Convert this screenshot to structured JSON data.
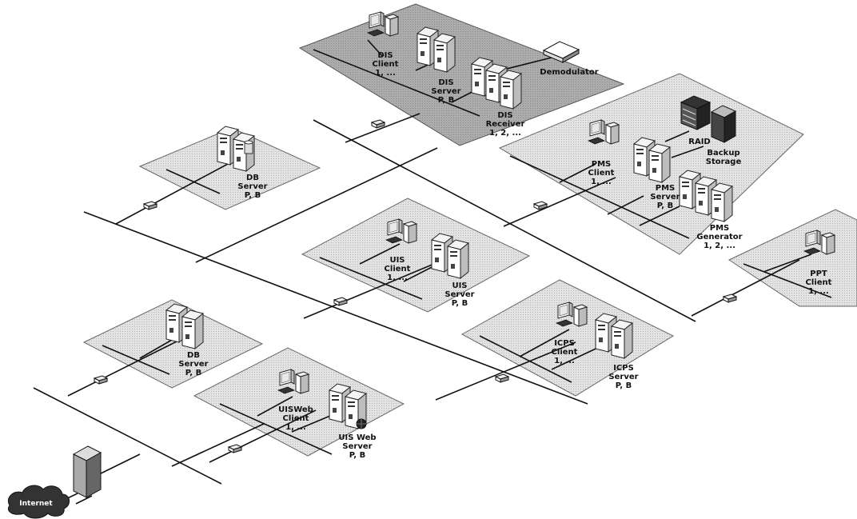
{
  "zones": {
    "dis_client": "DIS\nClient\n1, ...",
    "dis_server": "DIS\nServer\nP, B",
    "demodulator": "Demodulator",
    "dis_receiver": "DIS\nReceiver\n1, 2, ...",
    "db_server_top": "DB\nServer\nP, B",
    "raid": "RAID",
    "backup_storage": "Backup\nStorage",
    "pms_client": "PMS\nClient\n1, ...",
    "pms_server": "PMS\nServer\nP, B",
    "pms_generator": "PMS\nGenerator\n1, 2, ...",
    "uis_client": "UIS\nClient\n1, ...",
    "uis_server": "UIS\nServer\nP, B",
    "ppt_client": "PPT\nClient\n1, ...",
    "db_server_bottom": "DB\nServer\nP, B",
    "icps_client": "ICPS\nClient\n1, ...",
    "icps_server": "ICPS\nServer\nP, B",
    "uisweb_client": "UISWeb\nClient\n1, ...",
    "uis_web_server": "UIS Web\nServer\nP, B",
    "internet": "Internet"
  },
  "colors": {
    "zone_dark": "#a8a8a8",
    "zone_light": "#dcdcdc",
    "line": "#111111"
  }
}
